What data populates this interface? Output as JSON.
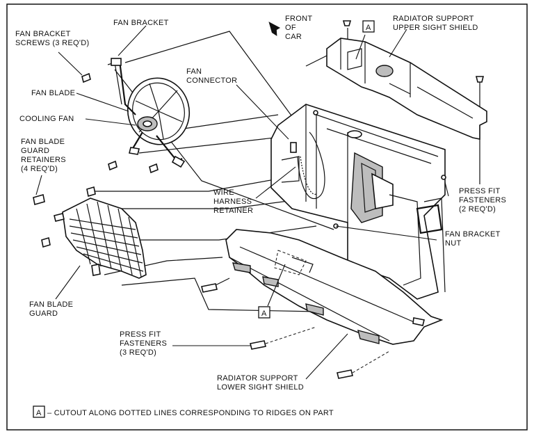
{
  "labels": {
    "fan_bracket_screws": [
      "FAN BRACKET",
      "SCREWS (3 REQ'D)"
    ],
    "fan_bracket": "FAN BRACKET",
    "fan_blade": "FAN BLADE",
    "cooling_fan": "COOLING FAN",
    "fan_blade_guard_retainers": [
      "FAN BLADE",
      "GUARD",
      "RETAINERS",
      "(4 REQ'D)"
    ],
    "fan_connector": [
      "FAN",
      "CONNECTOR"
    ],
    "front_of_car": [
      "FRONT",
      "OF",
      "CAR"
    ],
    "radiator_support_upper": [
      "RADIATOR SUPPORT",
      "UPPER SIGHT SHIELD"
    ],
    "wire_harness_retainer": [
      "WIRE",
      "HARNESS",
      "RETAINER"
    ],
    "press_fit_fasteners_2": [
      "PRESS FIT",
      "FASTENERS",
      "(2 REQ'D)"
    ],
    "fan_bracket_nut": [
      "FAN BRACKET",
      "NUT"
    ],
    "fan_blade_guard": [
      "FAN BLADE",
      "GUARD"
    ],
    "press_fit_fasteners_3": [
      "PRESS FIT",
      "FASTENERS",
      "(3 REQ'D)"
    ],
    "radiator_support_lower": [
      "RADIATOR SUPPORT",
      "LOWER SIGHT SHIELD"
    ]
  },
  "callout_letter": "A",
  "legend": {
    "letter": "A",
    "text": "– CUTOUT ALONG DOTTED LINES CORRESPONDING TO RIDGES ON PART"
  }
}
